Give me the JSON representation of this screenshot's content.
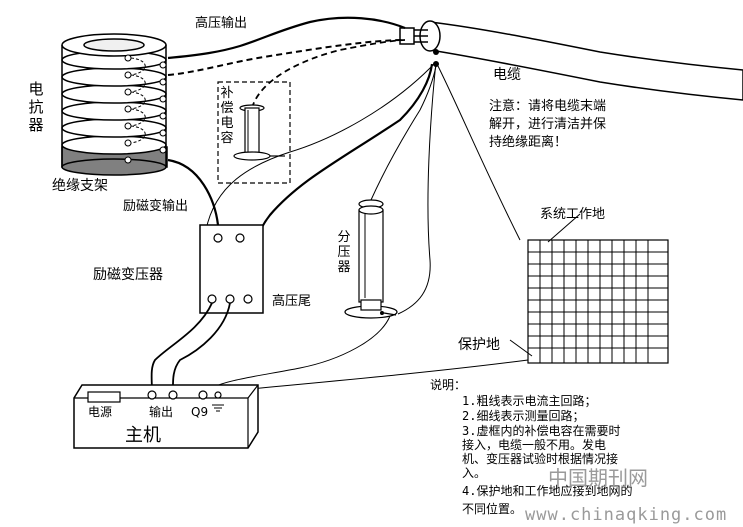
{
  "labels": {
    "hv_output": "高压输出",
    "cable": "电缆",
    "reactor": "电抗器",
    "insulating_stand": "绝缘支架",
    "excitation_output": "励磁变输出",
    "exciter_transformer": "励磁变压器",
    "hv_tail": "高压尾",
    "compensation_capacitor": "补偿电容",
    "divider": "分压器",
    "system_ground": "系统工作地",
    "protective_ground": "保护地",
    "host": "主机",
    "power": "电源",
    "output": "输出",
    "q9": "Q9"
  },
  "notice": {
    "lines": [
      "注意：请将电缆末端",
      "解开，进行清洁并保",
      "持绝缘距离！"
    ]
  },
  "legend": {
    "title": "说明：",
    "items": [
      "1.粗线表示电流主回路；",
      "2.细线表示测量回路；",
      "3.虚框内的补偿电容在需要时",
      "  接入，电缆一般不用。发电",
      "  机、变压器试验时根据情况接",
      "  入。",
      "4.保护地和工作地应接到地网的",
      "  不同位置。"
    ]
  },
  "watermarks": {
    "cn": "中国期刊网",
    "url": "www.chinaqking.com"
  }
}
